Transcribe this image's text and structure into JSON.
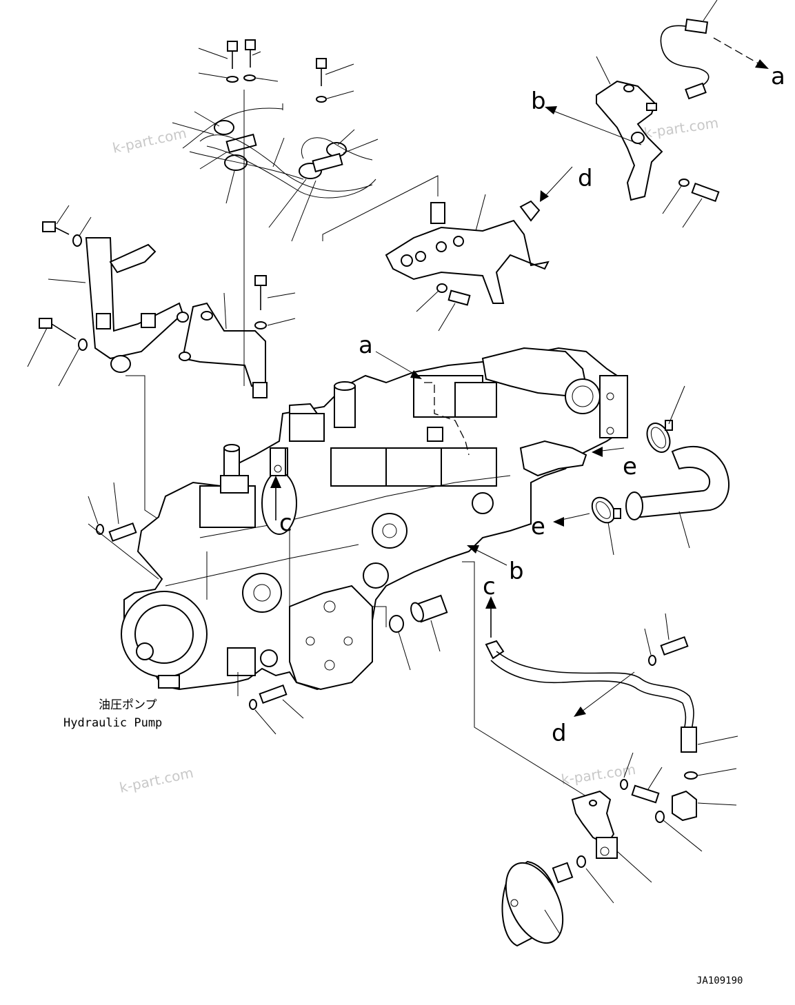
{
  "figure": {
    "callouts": {
      "a_top": "a",
      "b_top": "b",
      "d_top": "d",
      "a_mid": "a",
      "e_right": "e",
      "e_mid": "e",
      "c_mid": "c",
      "b_mid": "b",
      "c_lower": "c",
      "d_lower": "d"
    },
    "caption": {
      "japanese": "油圧ポンプ",
      "english": "Hydraulic Pump"
    },
    "watermarks": [
      "k-part.com",
      "k-part.com",
      "k-part.com",
      "k-part.com"
    ],
    "drawing_code": "JA109190"
  }
}
